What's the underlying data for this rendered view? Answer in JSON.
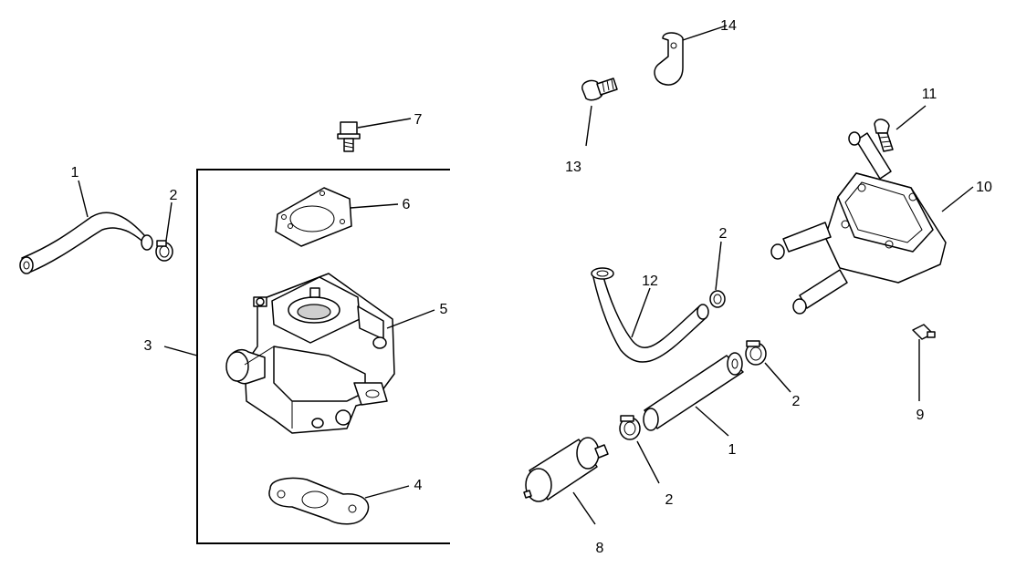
{
  "callouts": {
    "hose_left": "1",
    "clamp_left": "2",
    "assembly": "3",
    "gasket_lower": "4",
    "carburetor": "5",
    "gasket_upper": "6",
    "bolt_top": "7",
    "fuel_filter": "8",
    "fitting": "9",
    "fuel_pump": "10",
    "bolt_pump": "11",
    "hose_bent": "12",
    "bolt_clip": "13",
    "clip": "14",
    "clamp_a": "2",
    "clamp_b": "2",
    "clamp_c": "2",
    "hose_straight": "1"
  }
}
